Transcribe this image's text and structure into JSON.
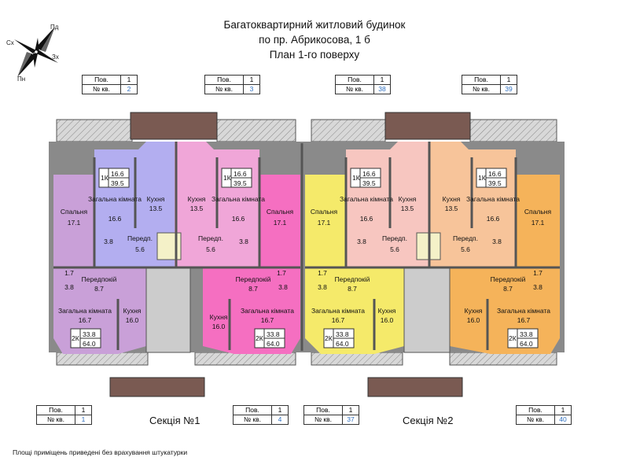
{
  "title": {
    "line1": "Багатоквартирний житловий будинок",
    "line2": "по пр. Абрикосова, 1 б",
    "line3": "План 1-го поверху"
  },
  "compass": {
    "n": "Пд",
    "w": "Сх",
    "e": "Зх",
    "s": "Пн"
  },
  "flat_tables": [
    {
      "id": "t2",
      "floor_label": "Пов.",
      "floor": "1",
      "flat_label": "№ кв.",
      "flat": "2"
    },
    {
      "id": "t3",
      "floor_label": "Пов.",
      "floor": "1",
      "flat_label": "№ кв.",
      "flat": "3"
    },
    {
      "id": "t38",
      "floor_label": "Пов.",
      "floor": "1",
      "flat_label": "№ кв.",
      "flat": "38"
    },
    {
      "id": "t39",
      "floor_label": "Пов.",
      "floor": "1",
      "flat_label": "№ кв.",
      "flat": "39"
    },
    {
      "id": "t1",
      "floor_label": "Пов.",
      "floor": "1",
      "flat_label": "№ кв.",
      "flat": "1"
    },
    {
      "id": "t4",
      "floor_label": "Пов.",
      "floor": "1",
      "flat_label": "№ кв.",
      "flat": "4"
    },
    {
      "id": "t37",
      "floor_label": "Пов.",
      "floor": "1",
      "flat_label": "№ кв.",
      "flat": "37"
    },
    {
      "id": "t40",
      "floor_label": "Пов.",
      "floor": "1",
      "flat_label": "№ кв.",
      "flat": "40"
    }
  ],
  "sections": [
    "Секція №1",
    "Секція №2"
  ],
  "note": "Площі приміщень приведені без врахування штукатурки",
  "colors": {
    "flat1": "#c9a0d8",
    "flat2": "#b3aef0",
    "flat3": "#f0a6d8",
    "flat4": "#f56fc1",
    "flat37": "#f5ea6a",
    "flat38": "#f7c6c0",
    "flat39": "#f7c49a",
    "flat40": "#f5b35a",
    "wall": "#555555",
    "balcony": "#7a5a52"
  },
  "rooms": {
    "bedroom": "Спальня",
    "bedroom_area": "17.1",
    "living": "Загальна кімната",
    "living_area_1k": "16.6",
    "living_area_2k": "16.7",
    "kitchen": "Кухня",
    "kitchen_area_1k": "13.5",
    "kitchen_area_2k": "16.0",
    "hall": "Передп.",
    "hall_area": "5.6",
    "corridor": "Передпокій",
    "corridor_area": "8.7",
    "bath_1k": "3.8",
    "bath_2k_a": "1.7",
    "bath_2k_b": "3.8",
    "type_1k": "1К",
    "type_2k": "2К",
    "area_1k_living": "16.6",
    "area_1k_total": "39.5",
    "area_2k_living": "33.8",
    "area_2k_total": "64.0"
  }
}
